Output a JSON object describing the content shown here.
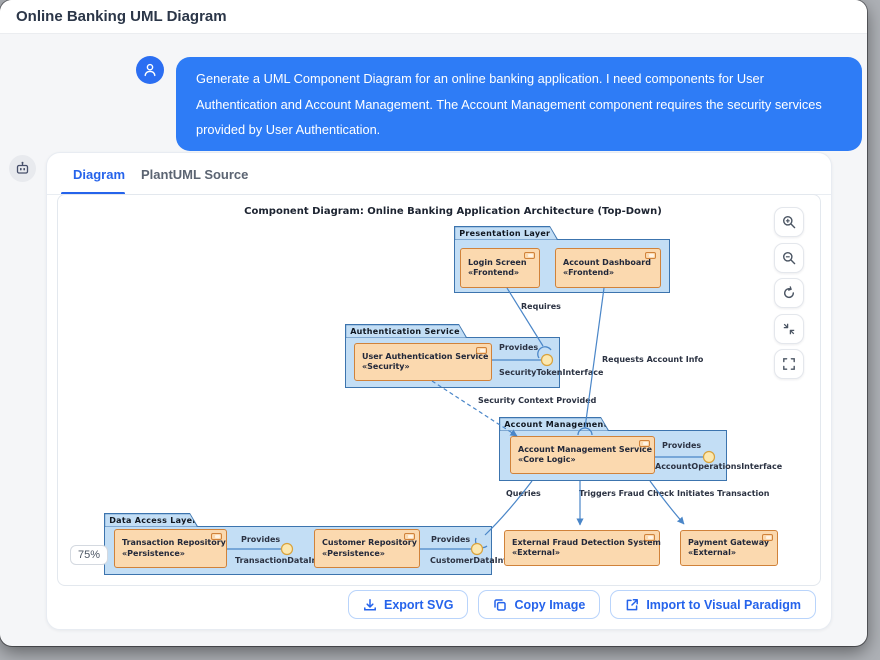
{
  "window": {
    "title": "Online Banking UML Diagram"
  },
  "chat": {
    "message": "Generate a UML Component Diagram for an online banking application. I need components for User Authentication and Account Management. The Account Management component requires the security services provided by User Authentication."
  },
  "tabs": {
    "diagram": "Diagram",
    "source": "PlantUML Source"
  },
  "diagram": {
    "title": "Component Diagram: Online Banking Application Architecture (Top-Down)",
    "zoom_level": "75%",
    "packages": {
      "presentation": {
        "label": "Presentation Layer"
      },
      "auth": {
        "label": "Authentication Service"
      },
      "account": {
        "label": "Account Management"
      },
      "data": {
        "label": "Data Access Layer"
      }
    },
    "components": {
      "login": {
        "name": "Login Screen",
        "stereotype": "«Frontend»"
      },
      "dashboard": {
        "name": "Account Dashboard",
        "stereotype": "«Frontend»"
      },
      "user_auth": {
        "name": "User Authentication Service",
        "stereotype": "«Security»"
      },
      "account_mgmt": {
        "name": "Account Management Service",
        "stereotype": "«Core Logic»"
      },
      "transaction_repo": {
        "name": "Transaction Repository",
        "stereotype": "«Persistence»"
      },
      "customer_repo": {
        "name": "Customer Repository",
        "stereotype": "«Persistence»"
      },
      "fraud": {
        "name": "External Fraud Detection System",
        "stereotype": "«External»"
      },
      "gateway": {
        "name": "Payment Gateway",
        "stereotype": "«External»"
      }
    },
    "interfaces": {
      "security_token": {
        "provides": "Provides",
        "name": "SecurityTokenInterface"
      },
      "account_ops": {
        "provides": "Provides",
        "name": "AccountOperationsInterface"
      },
      "transaction_data": {
        "provides": "Provides",
        "name": "TransactionDataInterface"
      },
      "customer_data": {
        "provides": "Provides",
        "name": "CustomerDataInterface"
      }
    },
    "edges": {
      "requires": "Requires",
      "requests": "Requests Account Info",
      "security_context": "Security Context Provided",
      "queries": "Queries",
      "triggers": "Triggers Fraud Check",
      "initiates": "Initiates Transaction"
    }
  },
  "actions": {
    "export": "Export SVG",
    "copy": "Copy Image",
    "import": "Import to Visual Paradigm"
  },
  "colors": {
    "accent": "#2563eb",
    "bubble": "#2e7cf6",
    "package_fill": "#c3def5",
    "package_border": "#3c74ae",
    "component_fill": "#fbd9af",
    "component_border": "#d0823a",
    "connector": "#4a86c8",
    "interface_ball": "#fce8b0"
  }
}
